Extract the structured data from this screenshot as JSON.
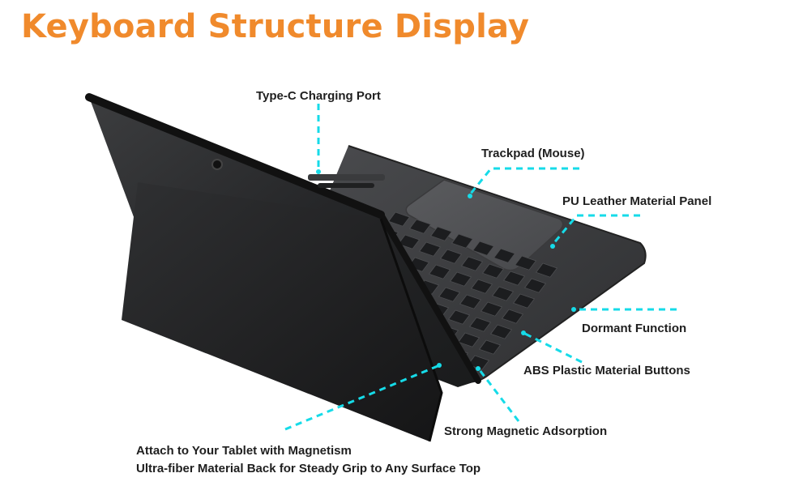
{
  "title": "Keyboard Structure Display",
  "labels": {
    "type_c_port": "Type-C Charging Port",
    "trackpad": "Trackpad (Mouse)",
    "pu_leather": "PU Leather Material Panel",
    "dormant": "Dormant Function",
    "abs_buttons": "ABS Plastic Material Buttons",
    "magnetic": "Strong Magnetic Adsorption",
    "attach_line1": "Attach to Your Tablet with Magnetism",
    "attach_line2": "Ultra-fiber  Material Back for Steady Grip to Any Surface Top"
  },
  "colors": {
    "title": "#f08a2c",
    "callout": "#16dbe8",
    "device": "#2a2a2a",
    "keyboard": "#3a3b3d"
  }
}
